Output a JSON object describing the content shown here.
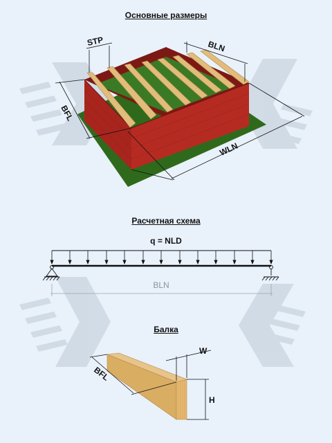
{
  "titles": {
    "main_dimensions": "Основные размеры",
    "calc_scheme": "Расчетная схема",
    "beam": "Балка"
  },
  "labels": {
    "stp": "STP",
    "bln_top": "BLN",
    "bfl_top": "BFL",
    "wln": "WLN",
    "load": "q = NLD",
    "bln_span": "BLN",
    "bfl_beam": "BFL",
    "w": "W",
    "h": "H"
  },
  "colors": {
    "background": "#e9f1fb",
    "watermark": "#cdd8e3",
    "wall": "#a8251e",
    "ground": "#2f6a1c",
    "timber": "#e2bc7b"
  },
  "icons": [
    "watermark-arrow-icon",
    "pin-support-icon",
    "roller-support-icon"
  ]
}
